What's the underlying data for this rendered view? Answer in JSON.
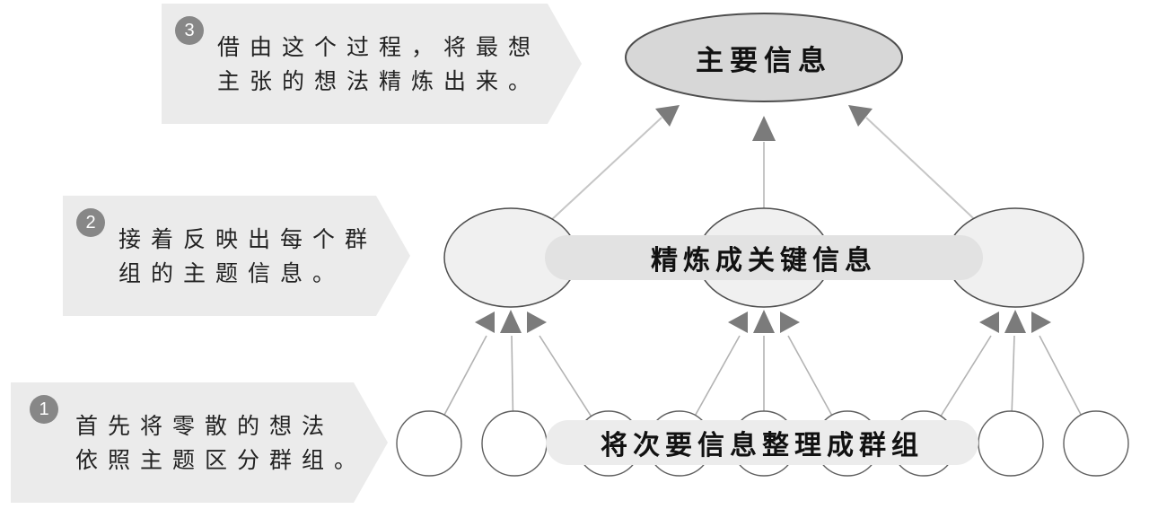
{
  "callouts": [
    {
      "number": "1",
      "line1": "首先将零散的想法",
      "line2": "依照主题区分群组。"
    },
    {
      "number": "2",
      "line1": "接着反映出每个群",
      "line2": "组的主题信息。"
    },
    {
      "number": "3",
      "line1": "借由这个过程，将最想",
      "line2": "主张的想法精炼出来。"
    }
  ],
  "pyramid": {
    "top_label": "主要信息",
    "middle_label": "精炼成关键信息",
    "bottom_label": "将次要信息整理成群组"
  },
  "colors": {
    "callout_bg": "#ebebeb",
    "badge_bg": "#878787",
    "top_ellipse_fill": "#d7d7d7",
    "group_ellipse_fill": "#f0f0f0",
    "middle_banner_fill": "#e2e2e2",
    "bottom_banner_fill": "#ececec",
    "ellipse_stroke": "#4d4d4d",
    "circle_stroke": "#5f5f5f",
    "arrow_fill": "#7b7b7b",
    "line_color": "#b7b7b7"
  }
}
